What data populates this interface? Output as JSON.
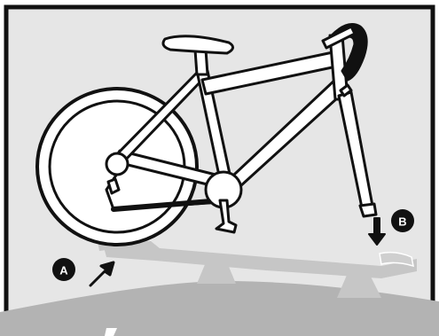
{
  "diagram": {
    "callouts": [
      {
        "id": "a",
        "label": "A"
      },
      {
        "id": "b",
        "label": "B"
      }
    ],
    "colors": {
      "background": "#e6e6e6",
      "frame": "#111111",
      "roof": "#b3b3b3",
      "rack": "#c6c6c6",
      "bike_line": "#111111",
      "bike_fill": "#ffffff",
      "callout_fill": "#111111"
    }
  }
}
